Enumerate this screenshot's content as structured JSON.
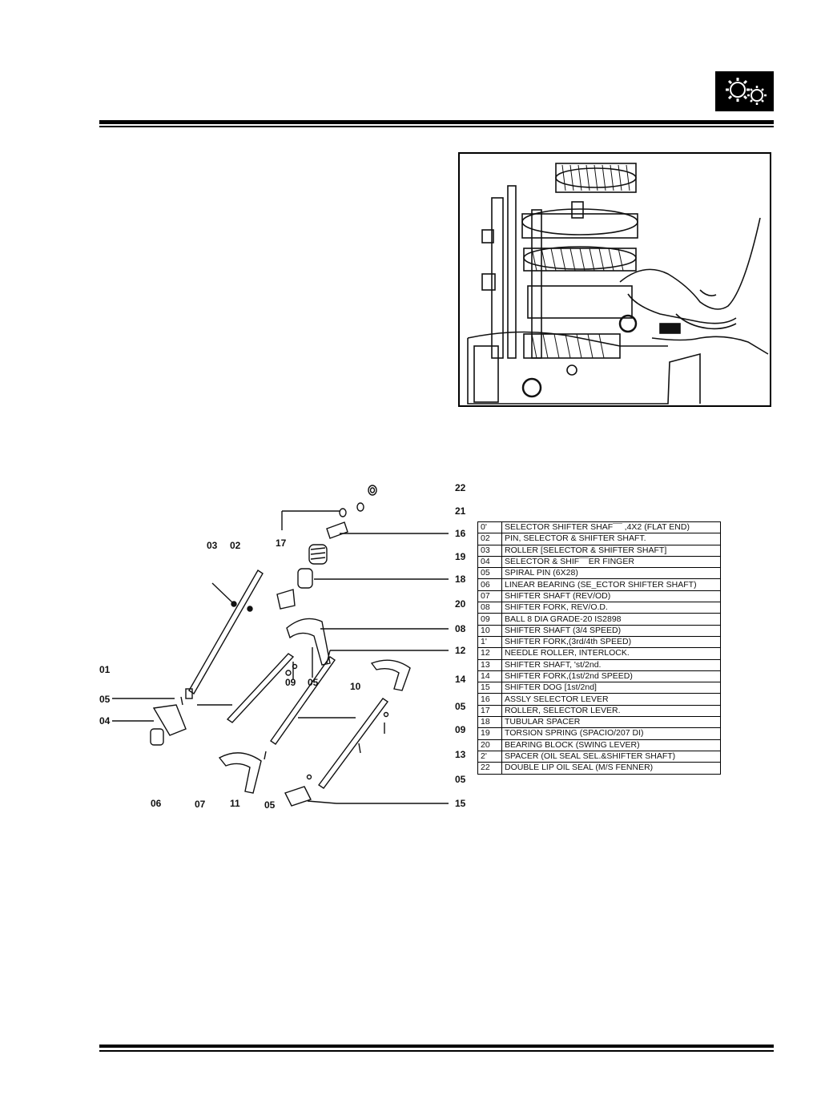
{
  "header": {
    "icon": "gears-icon",
    "rule_color": "#000000"
  },
  "photo": {
    "subject": "gearbox-assembly-photo"
  },
  "diagram": {
    "callouts": [
      {
        "id": "c22",
        "label": "22"
      },
      {
        "id": "c21",
        "label": "21"
      },
      {
        "id": "c16",
        "label": "16"
      },
      {
        "id": "c17",
        "label": "17"
      },
      {
        "id": "c03",
        "label": "03"
      },
      {
        "id": "c02",
        "label": "02"
      },
      {
        "id": "c19",
        "label": "19"
      },
      {
        "id": "c18",
        "label": "18"
      },
      {
        "id": "c20",
        "label": "20"
      },
      {
        "id": "c08",
        "label": "08"
      },
      {
        "id": "c12",
        "label": "12"
      },
      {
        "id": "c01",
        "label": "01"
      },
      {
        "id": "c09a",
        "label": "09"
      },
      {
        "id": "c05a",
        "label": "05"
      },
      {
        "id": "c10",
        "label": "10"
      },
      {
        "id": "c14",
        "label": "14"
      },
      {
        "id": "c05b",
        "label": "05"
      },
      {
        "id": "c04",
        "label": "04"
      },
      {
        "id": "c05c",
        "label": "05"
      },
      {
        "id": "c09b",
        "label": "09"
      },
      {
        "id": "c13",
        "label": "13"
      },
      {
        "id": "c05d",
        "label": "05"
      },
      {
        "id": "c06",
        "label": "06"
      },
      {
        "id": "c07",
        "label": "07"
      },
      {
        "id": "c11",
        "label": "11"
      },
      {
        "id": "c05e",
        "label": "05"
      },
      {
        "id": "c15",
        "label": "15"
      }
    ]
  },
  "parts_table": {
    "rows": [
      {
        "num": "0'",
        "desc": "SELECTOR SHIFTER SHAF¯¯ ,4X2 (FLAT END)"
      },
      {
        "num": "02",
        "desc": "PIN, SELECTOR & SHIFTER SHAFT."
      },
      {
        "num": "03",
        "desc": "ROLLER [SELECTOR & SHIFTER SHAFT]"
      },
      {
        "num": "04",
        "desc": "SELECTOR & SHIF¯¯ER FINGER"
      },
      {
        "num": "05",
        "desc": "SPIRAL PIN (6X28)"
      },
      {
        "num": "06",
        "desc": "LINEAR BEARING (SE_ECTOR SHIFTER SHAFT)"
      },
      {
        "num": "07",
        "desc": "SHIFTER SHAFT (REV/OD)"
      },
      {
        "num": "08",
        "desc": "SHIFTER FORK, REV/O.D."
      },
      {
        "num": "09",
        "desc": "BALL 8 DIA GRADE-20 IS2898"
      },
      {
        "num": "10",
        "desc": "SHIFTER SHAFT (3/4 SPEED)"
      },
      {
        "num": "1'",
        "desc": "SHIFTER FORK,(3rd/4th SPEED)"
      },
      {
        "num": "12",
        "desc": "NEEDLE ROLLER, INTERLOCK."
      },
      {
        "num": "13",
        "desc": "SHIFTER SHAFT, 'st/2nd."
      },
      {
        "num": "14",
        "desc": "SHIFTER FORK,(1st/2nd SPEED)"
      },
      {
        "num": "15",
        "desc": "SHIFTER DOG [1st/2nd]"
      },
      {
        "num": "16",
        "desc": "ASSLY SELECTOR LEVER"
      },
      {
        "num": "17",
        "desc": "ROLLER, SELECTOR LEVER."
      },
      {
        "num": "18",
        "desc": "TUBULAR SPACER"
      },
      {
        "num": "19",
        "desc": "TORSION SPRING (SPACIO/207 DI)"
      },
      {
        "num": "20",
        "desc": "BEARING BLOCK (SWING LEVER)"
      },
      {
        "num": "2'",
        "desc": "SPACER (OIL SEAL SEL.&SHIFTER SHAFT)"
      },
      {
        "num": "22",
        "desc": "DOUBLE LIP OIL SEAL (M/S FENNER)"
      }
    ]
  }
}
